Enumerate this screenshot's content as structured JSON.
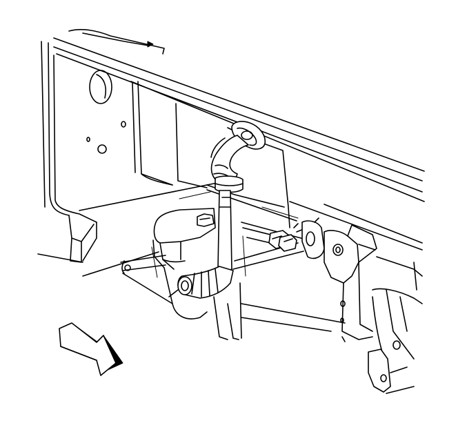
{
  "figure": {
    "kind": "line-art illustration",
    "subject_icons": [
      "frame-rail",
      "radiator-support",
      "washer-reservoir",
      "wiring-harness",
      "harness-connector",
      "grommet",
      "bracket",
      "direction-arrow"
    ],
    "colors": {
      "line": "#000000",
      "fill": "#ffffff",
      "arrow_shadow": "#000000"
    }
  }
}
